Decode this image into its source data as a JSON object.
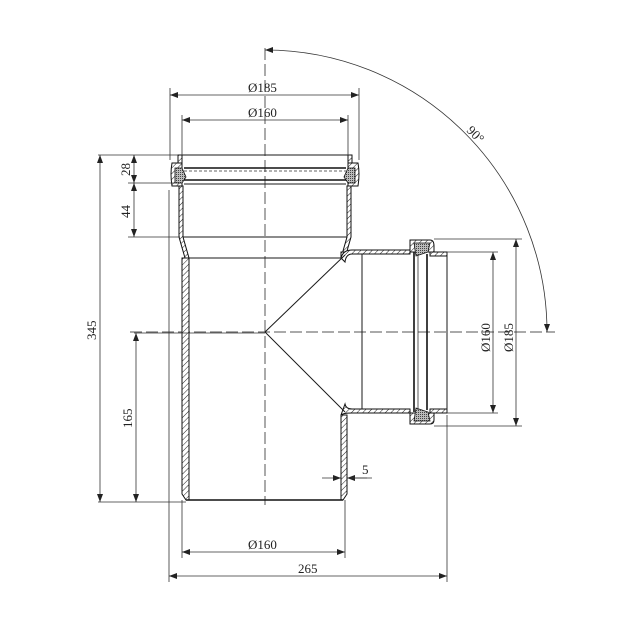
{
  "drawing": {
    "title": "PVC sewer tee 160 x 160 x 90° technical drawing",
    "line_color": "#1a1a1a",
    "background": "#ffffff"
  },
  "dimensions": {
    "top_outer_diameter": "Ø185",
    "top_inner_diameter": "Ø160",
    "socket_seal_height": "28",
    "socket_depth": "44",
    "total_height": "345",
    "branch_center_height": "165",
    "wall_thickness": "5",
    "bottom_diameter": "Ø160",
    "total_width": "265",
    "branch_inner_diameter": "Ø160",
    "branch_outer_diameter": "Ø185",
    "branch_angle": "90°"
  }
}
